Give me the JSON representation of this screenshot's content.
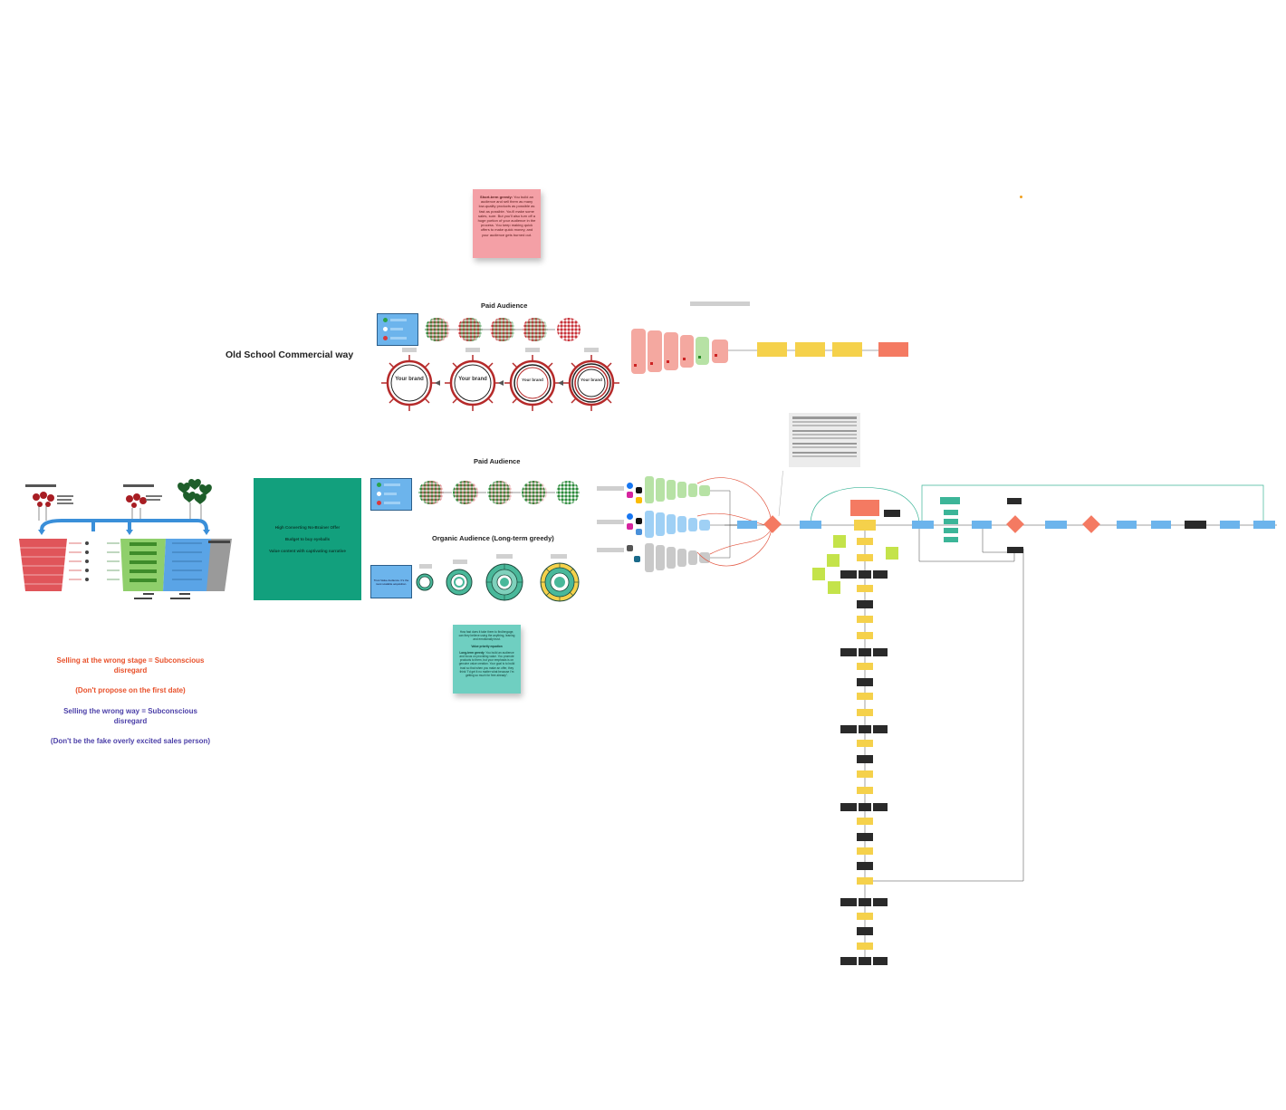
{
  "headings": {
    "old_school": "Old School Commercial way",
    "paid_audience_top": "Paid Audience",
    "paid_audience_mid": "Paid Audience",
    "organic_audience": "Organic Audience (Long-term greedy)"
  },
  "sticky_pink": {
    "bold": "Short-term greedy:",
    "text": "You build an audience and sell them as many low-quality products as possible as fast as possible. You'll make some sales, sure. But you'll also turn off a huge portion of your audience in the process. You keep making quick offers to make quick money, and your audience gets burned out."
  },
  "sticky_teal": {
    "line1": "How fast does it take them to find/engage, can they believe using the anything, leaning and emotionally trust.",
    "line2": "Value priority equation",
    "bold": "Long-term greedy:",
    "text": "You build an audience and focus on providing value. You promote products to them, but your emphasis is on genuine value creation. Your goal is to build trust so that when you make an offer, they think \"I'd get it no matter what because I'm getting so much for free already\"."
  },
  "teal_offer": {
    "line1": "High Converting No-Brainer Offer",
    "line2": "Budget to buy eyeballs",
    "line3": "Value content with captivating narrative"
  },
  "panel_blue_bottom": "Trust Value Audience. It's the most scalable acquisition.",
  "wheel_label": "Your brand",
  "messages": {
    "wrong_stage": "Selling at the wrong stage = Subconscious disregard",
    "first_date": "(Don't propose on the first date)",
    "wrong_way": "Selling the wrong way = Subconscious disregard",
    "fake_sales": "(Don't be the fake overly excited sales person)"
  },
  "colors": {
    "red_text": "#e8502a",
    "blue_text": "#4b3fa8",
    "sticky_pink": "#f4a0a6",
    "sticky_teal": "#6fcfc1",
    "teal_offer": "#12a07d",
    "flow_yellow": "#f5d14b",
    "flow_blue": "#6cb4ec",
    "flow_black": "#2a2a2a",
    "flow_green": "#3cb598",
    "flow_orange": "#f47a62"
  },
  "icons": [
    "facebook-icon",
    "tiktok-icon",
    "instagram-icon",
    "google-ads-icon"
  ]
}
